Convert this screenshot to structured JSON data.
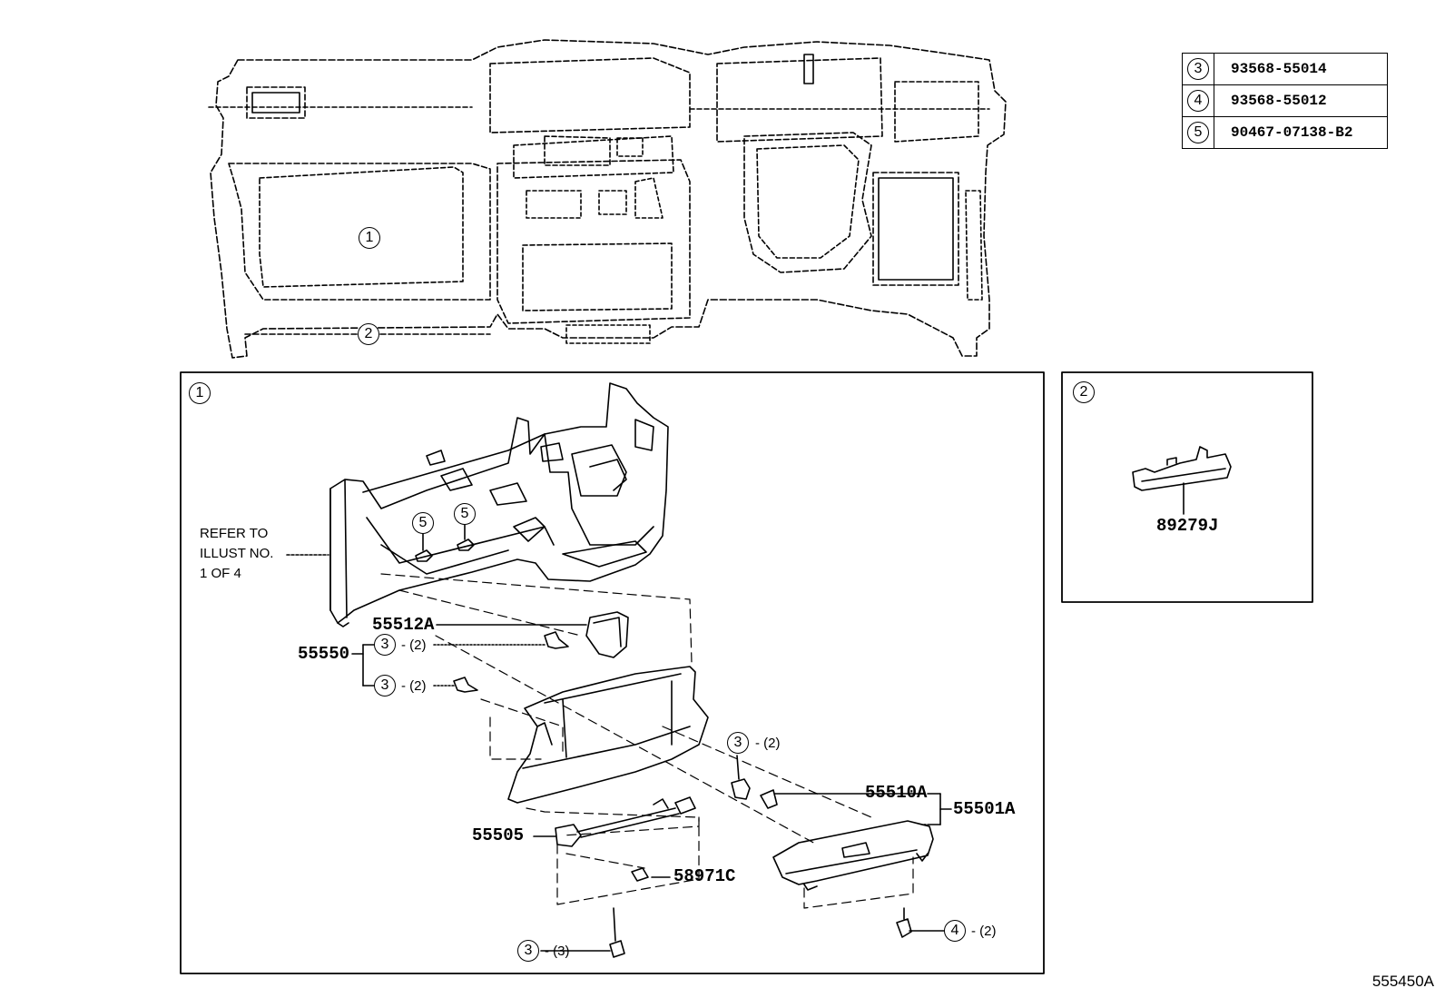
{
  "parts_table": [
    {
      "key": "3",
      "part": "93568-55014"
    },
    {
      "key": "4",
      "part": "93568-55012"
    },
    {
      "key": "5",
      "part": "90467-07138-B2"
    }
  ],
  "overview_callouts": {
    "one": "1",
    "two": "2"
  },
  "panel1": {
    "marker": "1"
  },
  "panel2": {
    "marker": "2",
    "part": "89279J"
  },
  "reference_note": {
    "line1": "REFER TO",
    "line2": "ILLUST NO.",
    "line3": "1 OF 4"
  },
  "callouts": {
    "c5a": "5",
    "c5b": "5",
    "c3a": "3",
    "c3a_qty": "- (2)",
    "c3b": "3",
    "c3b_qty": "- (2)",
    "c3c": "3",
    "c3c_qty": "- (2)",
    "c3d": "3",
    "c3d_qty": "- (3)",
    "c4": "4",
    "c4_qty": "- (2)"
  },
  "part_labels": {
    "p55512A": "55512A",
    "p55550": "55550",
    "p55510A": "55510A",
    "p55501A": "55501A",
    "p55505": "55505",
    "p58971C": "58971C"
  },
  "diagram_code": "555450A"
}
